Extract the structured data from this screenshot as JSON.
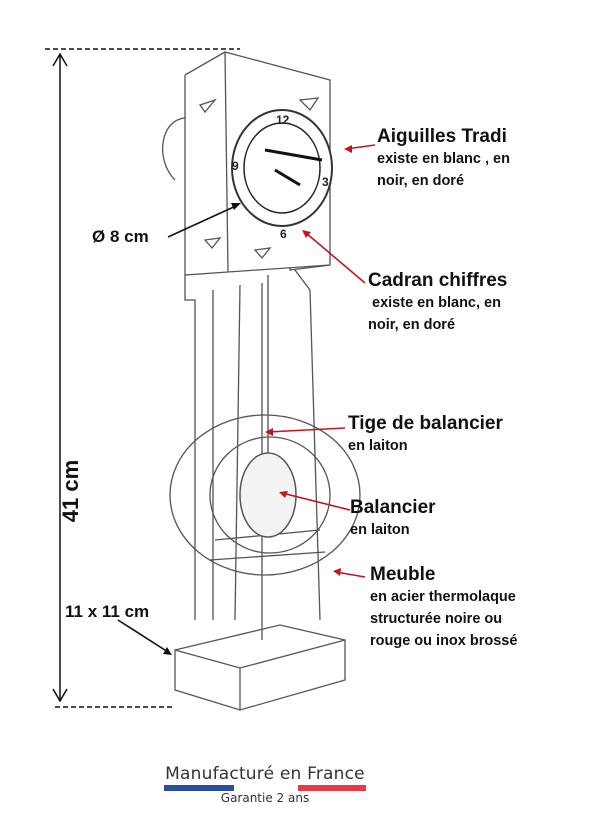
{
  "dimensions": {
    "height": "41 cm",
    "base": "11 x 11 cm",
    "diameter": "Ø 8 cm"
  },
  "clock": {
    "dial_numbers": [
      "12",
      "3",
      "6",
      "9"
    ]
  },
  "annotations": [
    {
      "title": "Aiguilles Tradi",
      "lines": [
        "existe en blanc , en",
        "noir, en doré"
      ]
    },
    {
      "title": "Cadran chiffres",
      "lines": [
        " existe en blanc, en",
        "noir, en doré"
      ]
    },
    {
      "title": "Tige de balancier",
      "lines": [
        "en laiton"
      ]
    },
    {
      "title": "Balancier",
      "lines": [
        "en laiton"
      ]
    },
    {
      "title": "Meuble",
      "lines": [
        "en acier thermolaque",
        "structurée noire ou",
        "rouge ou inox brossé"
      ]
    }
  ],
  "footer": {
    "brand": "Manufacturé en France",
    "warranty": "Garantie 2 ans"
  },
  "colors": {
    "arrow": "#c0161c",
    "flag_blue": "#2a4ea0",
    "flag_red": "#e8394a"
  }
}
